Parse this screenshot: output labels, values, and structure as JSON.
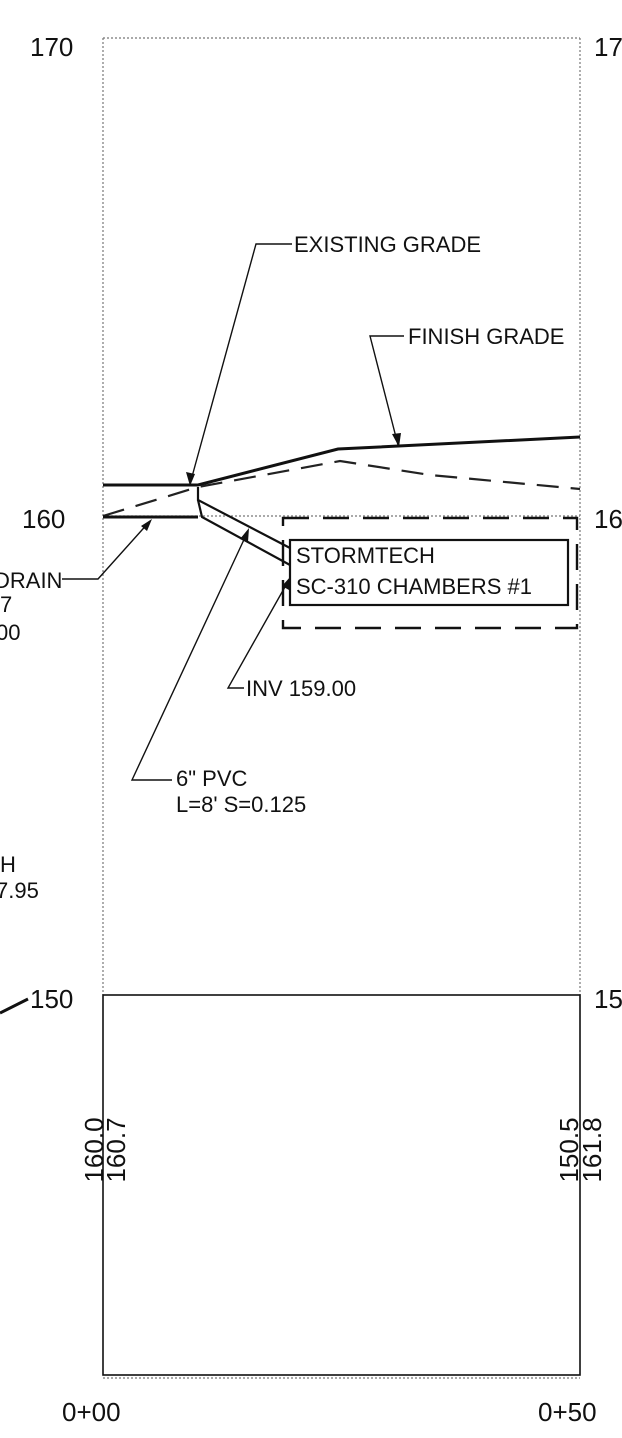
{
  "elevations": {
    "left": {
      "top": "170",
      "middle": "160",
      "bottom": "150"
    },
    "right": {
      "top": "17",
      "middle": "16",
      "bottom": "15"
    }
  },
  "stations": {
    "start": "0+00",
    "end": "0+50"
  },
  "labels": {
    "existing_grade": "EXISTING GRADE",
    "finish_grade": "FINISH GRADE",
    "chamber_line1": "STORMTECH",
    "chamber_line2": "SC-310 CHAMBERS #1",
    "invert": "INV 159.00",
    "pipe_line1": "6\" PVC",
    "pipe_line2": "L=8' S=0.125",
    "drain_partial": "DRAIN",
    "partial_line1": "7",
    "partial_line2": "00",
    "partial_line3": "H",
    "partial_line4": "7.95"
  },
  "grade_table": {
    "left": {
      "existing": "160.0",
      "finish": "160.7"
    },
    "right": {
      "existing": "150.5",
      "finish": "161.8"
    }
  },
  "colors": {
    "ink": "#111111",
    "paper": "#ffffff",
    "grid": "#777777"
  }
}
